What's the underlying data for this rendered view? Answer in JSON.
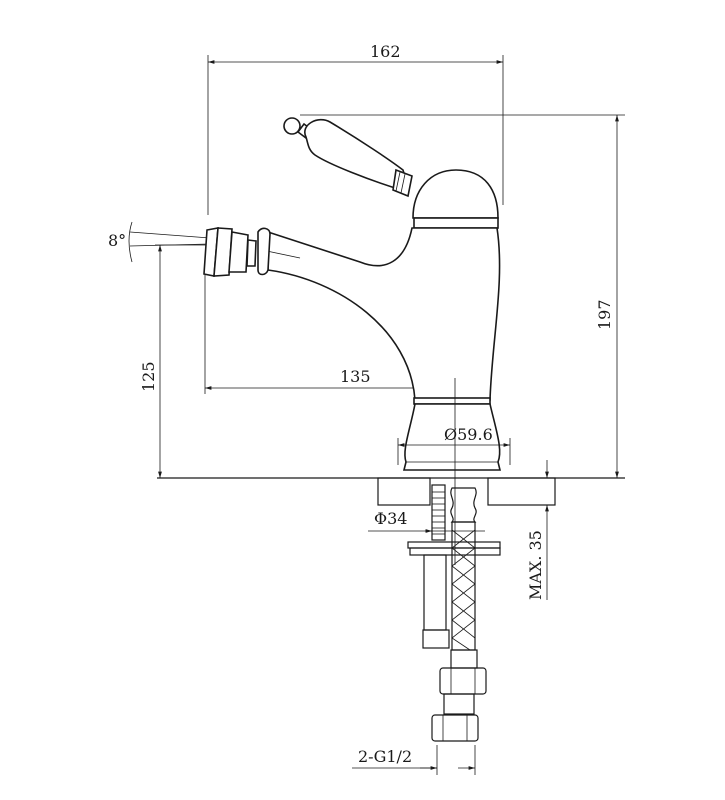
{
  "drawing": {
    "dimensions": {
      "overall_width": "162",
      "overall_height": "197",
      "spout_angle": "8°",
      "spout_height": "125",
      "spout_reach": "135",
      "base_diameter": "Ø59.6",
      "hole_diameter": "Φ34",
      "max_counter_thickness": "MAX. 35",
      "inlet_thread": "2-G1/2"
    },
    "colors": {
      "line": "#1a1a1a",
      "background": "#ffffff"
    }
  }
}
